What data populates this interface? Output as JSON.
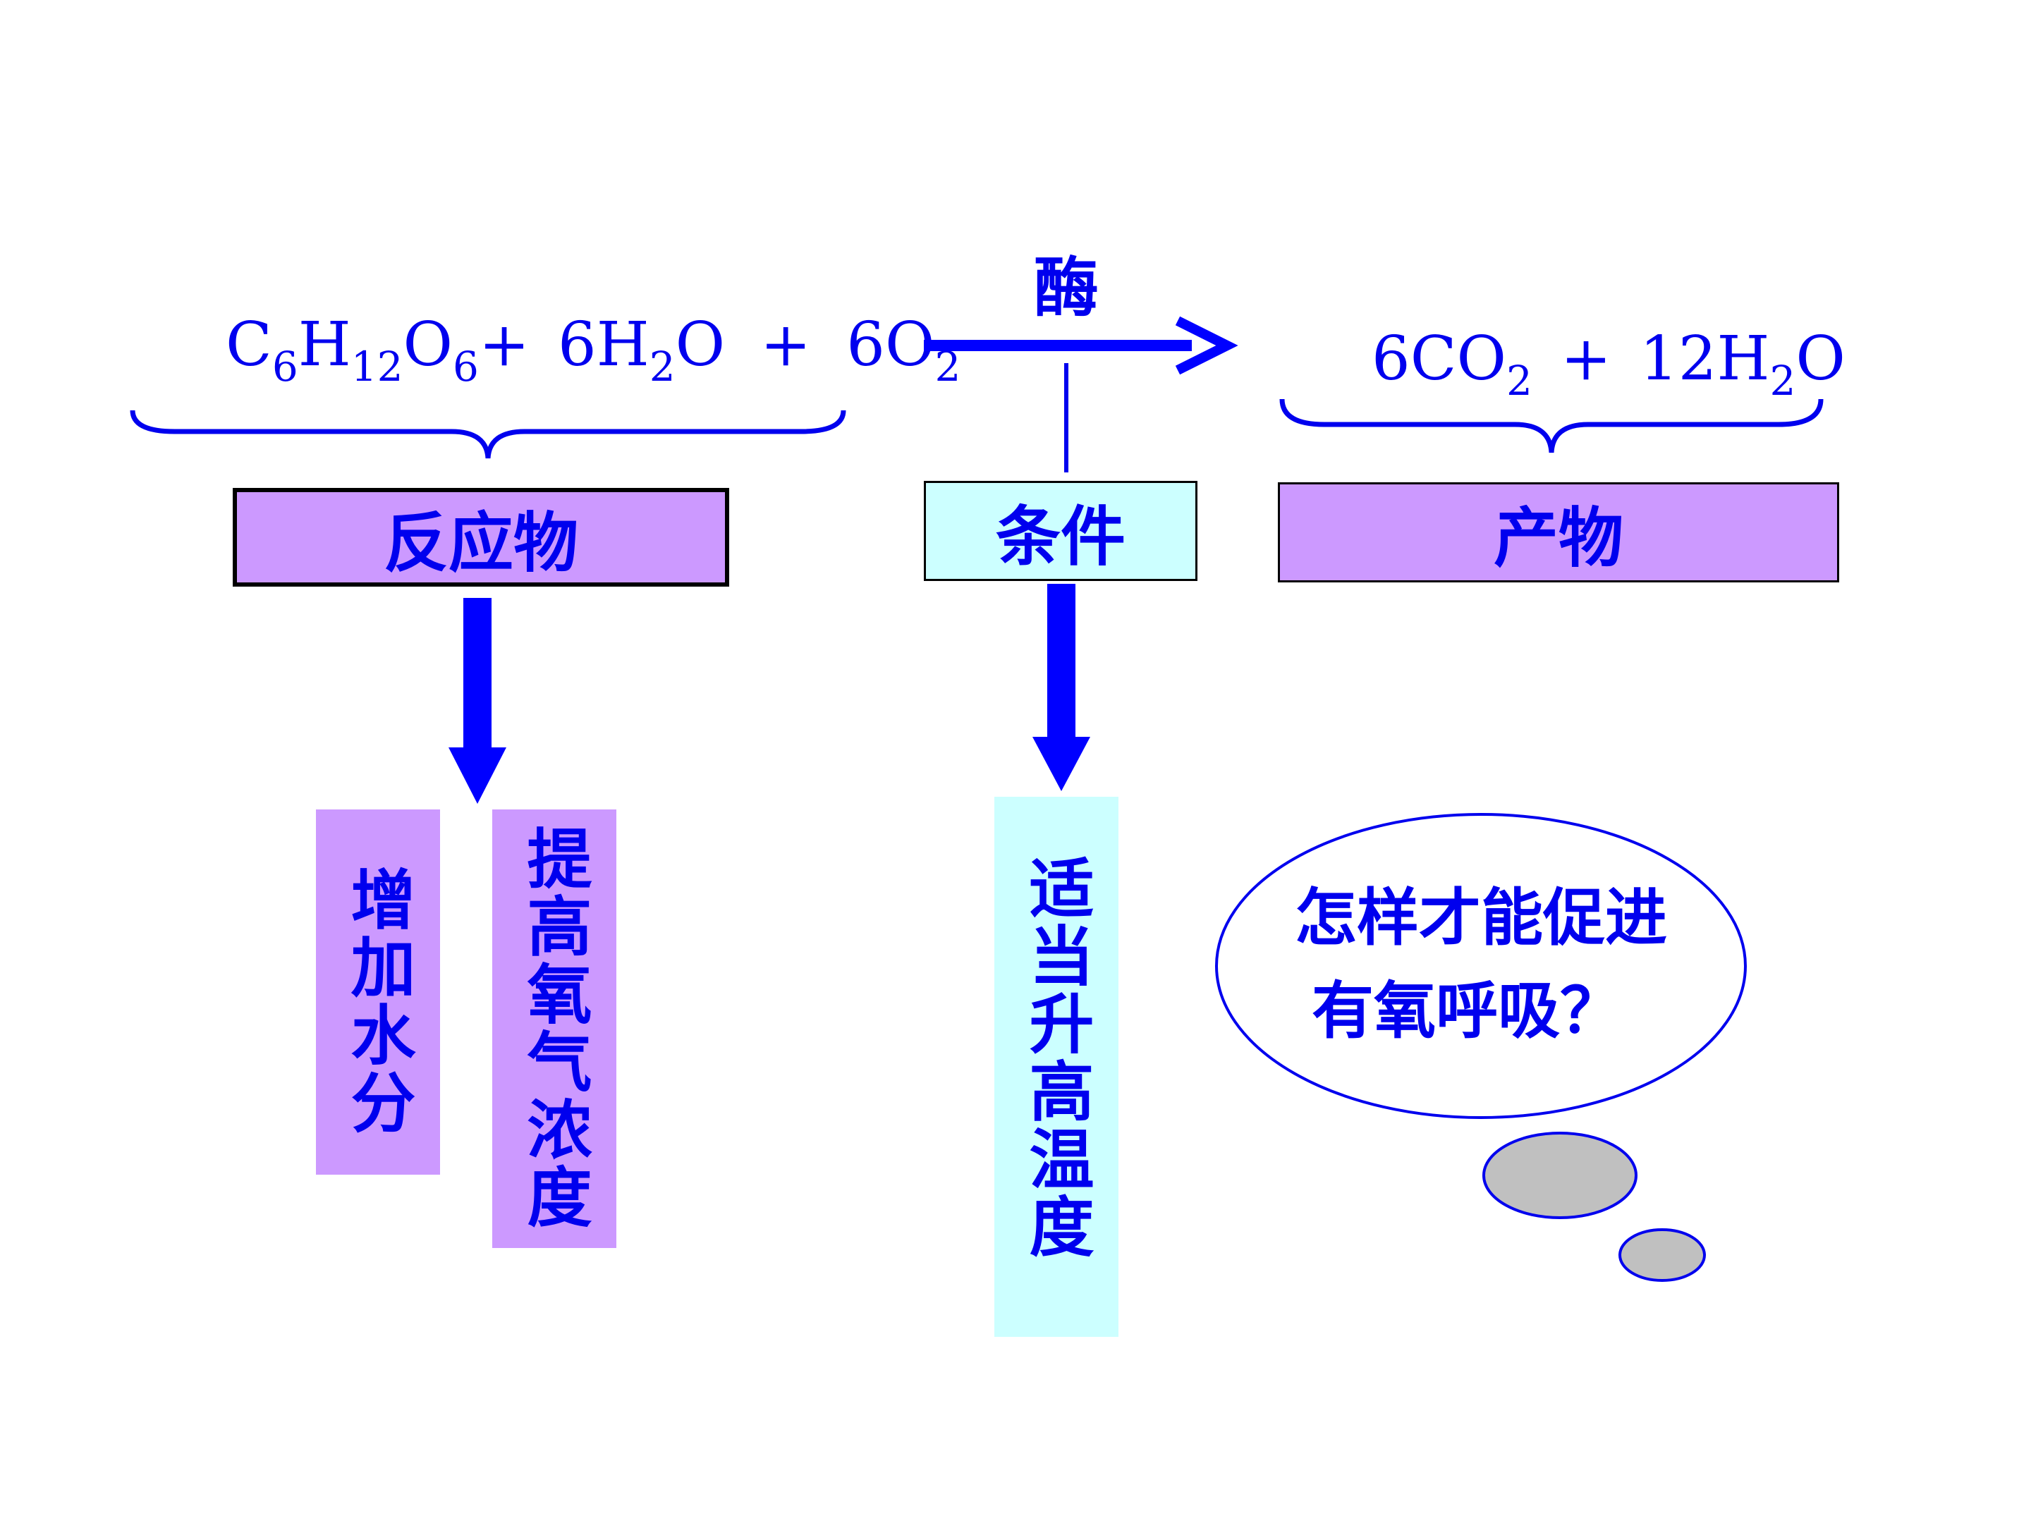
{
  "equation": {
    "reactant_glucose": {
      "el1": "C",
      "n1": "6",
      "el2": "H",
      "n2": "12",
      "el3": "O",
      "n3": "6"
    },
    "plus1": "+",
    "water": {
      "coef": "6",
      "el1": "H",
      "n1": "2",
      "el2": "O"
    },
    "plus2": "+",
    "oxygen": {
      "coef": "6",
      "el1": "O",
      "n1": "2"
    },
    "arrow_label": "酶",
    "co2": {
      "coef": "6",
      "el1": "CO",
      "n1": "2"
    },
    "plus3": "+",
    "water_product": {
      "coef": "12",
      "el1": "H",
      "n1": "2",
      "el2": "O"
    }
  },
  "boxes": {
    "reactants": "反应物",
    "conditions": "条件",
    "products": "产物"
  },
  "measures": {
    "increase_water": "增加水分",
    "raise_oxygen": "提高氧气浓度",
    "raise_temperature": "适当升高温度"
  },
  "thought_bubble": {
    "line1": "怎样才能促进",
    "line2": "有氧呼吸？"
  },
  "colors": {
    "text_blue": "#0000ee",
    "arrow_blue": "#0000ff",
    "purple_fill": "#cc99ff",
    "cyan_fill": "#ccffff",
    "gray_fill": "#c0c0c0"
  }
}
